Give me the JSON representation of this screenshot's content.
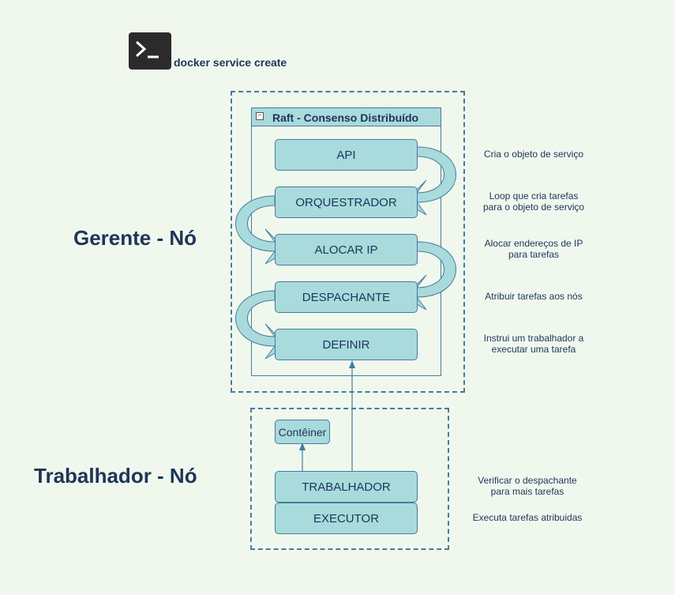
{
  "header": {
    "command": "docker service create",
    "icon": "terminal-icon"
  },
  "manager": {
    "title": "Gerente - Nó",
    "panel_title": "Raft - Consenso Distribuído",
    "steps": [
      "API",
      "ORQUESTRADOR",
      "ALOCAR IP",
      "DESPACHANTE",
      "DEFINIR"
    ],
    "notes": [
      "Cria o objeto de serviço",
      "Loop que cria tarefas\npara o objeto de serviço",
      "Alocar endereços de IP\npara tarefas",
      "Atribuir tarefas aos nós",
      "Instrui um trabalhador a\nexecutar uma tarefa"
    ]
  },
  "worker": {
    "title": "Trabalhador - Nó",
    "container": "Contêiner",
    "steps": [
      "TRABALHADOR",
      "EXECUTOR"
    ],
    "notes": [
      "Verificar o despachante\npara mais tarefas",
      "Executa tarefas atribuidas"
    ]
  },
  "colors": {
    "accent": "#a9dadc",
    "stroke": "#457b9d",
    "text": "#1d3557",
    "background": "#f0f8ee"
  }
}
